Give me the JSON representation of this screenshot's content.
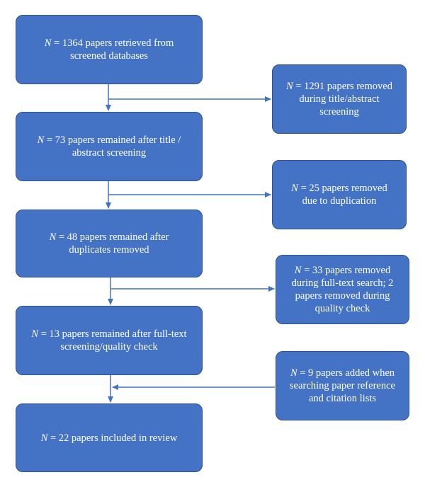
{
  "main_steps": [
    {
      "n": "N",
      "text": " = 1364 papers retrieved from screened databases"
    },
    {
      "n": "N",
      "text": " = 73 papers remained after title / abstract screening"
    },
    {
      "n": "N",
      "text": " = 48 papers remained after duplicates removed"
    },
    {
      "n": "N",
      "text": " = 13 papers remained after full-text screening/quality check"
    },
    {
      "n": "N",
      "text": " = 22 papers included in review"
    }
  ],
  "side_steps": [
    {
      "n": "N",
      "text": " = 1291 papers removed during title/abstract screening"
    },
    {
      "n": "N",
      "text": " = 25 papers removed due to duplication"
    },
    {
      "n": "N",
      "text": " = 33 papers removed during full-text search; 2 papers removed during quality check"
    },
    {
      "n": "N",
      "text": " = 9 papers added when searching paper reference and citation lists"
    }
  ],
  "colors": {
    "box_fill": "#4472c4",
    "box_border": "#2f528f",
    "arrow": "#4472c4"
  }
}
